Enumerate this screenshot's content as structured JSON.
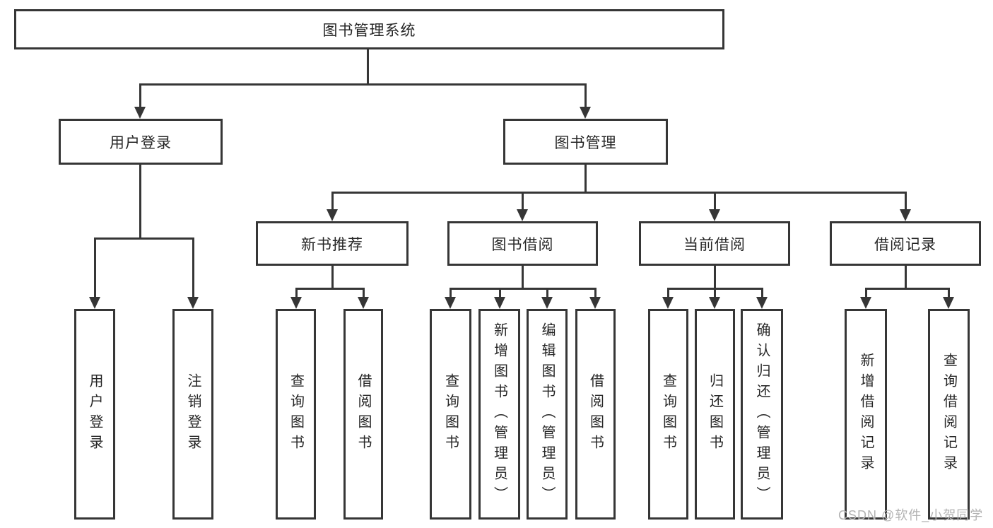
{
  "diagram": {
    "root": {
      "label": "图书管理系统"
    },
    "level1": [
      {
        "label": "用户登录"
      },
      {
        "label": "图书管理"
      }
    ],
    "level2": [
      {
        "label": "新书推荐"
      },
      {
        "label": "图书借阅"
      },
      {
        "label": "当前借阅"
      },
      {
        "label": "借阅记录"
      }
    ],
    "leaves": [
      {
        "label": "用户登录"
      },
      {
        "label": "注销登录"
      },
      {
        "label": "查询图书"
      },
      {
        "label": "借阅图书"
      },
      {
        "label": "查询图书"
      },
      {
        "label": "新增图书（管理员）"
      },
      {
        "label": "编辑图书（管理员）"
      },
      {
        "label": "借阅图书"
      },
      {
        "label": "查询图书"
      },
      {
        "label": "归还图书"
      },
      {
        "label": "确认归还（管理员）"
      },
      {
        "label": "新增借阅记录"
      },
      {
        "label": "查询借阅记录"
      }
    ]
  },
  "watermark": {
    "text": "CSDN @软件_小贺同学"
  },
  "colors": {
    "line": "#363636",
    "box_background": "#ffffff",
    "text": "#262626",
    "watermark": "#b3b3b3"
  }
}
